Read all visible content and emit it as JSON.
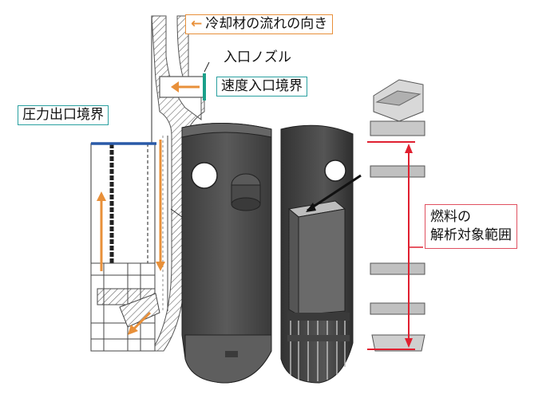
{
  "labels": {
    "flow_direction": "冷却材の流れの向き",
    "inlet_nozzle": "入口ノズル",
    "velocity_inlet": "速度入口境界",
    "pressure_outlet": "圧力出口境界",
    "fuel_region_line1": "燃料の",
    "fuel_region_line2": "解析対象範囲"
  },
  "colors": {
    "flow_arrow": "#e8903a",
    "outlet_boundary": "#2a5aa8",
    "velocity_boundary": "#1aa08a",
    "range_marker": "#e02030",
    "vessel_dark": "#4a4a4a"
  },
  "icons": {
    "flow_legend": "left-arrow-icon"
  }
}
